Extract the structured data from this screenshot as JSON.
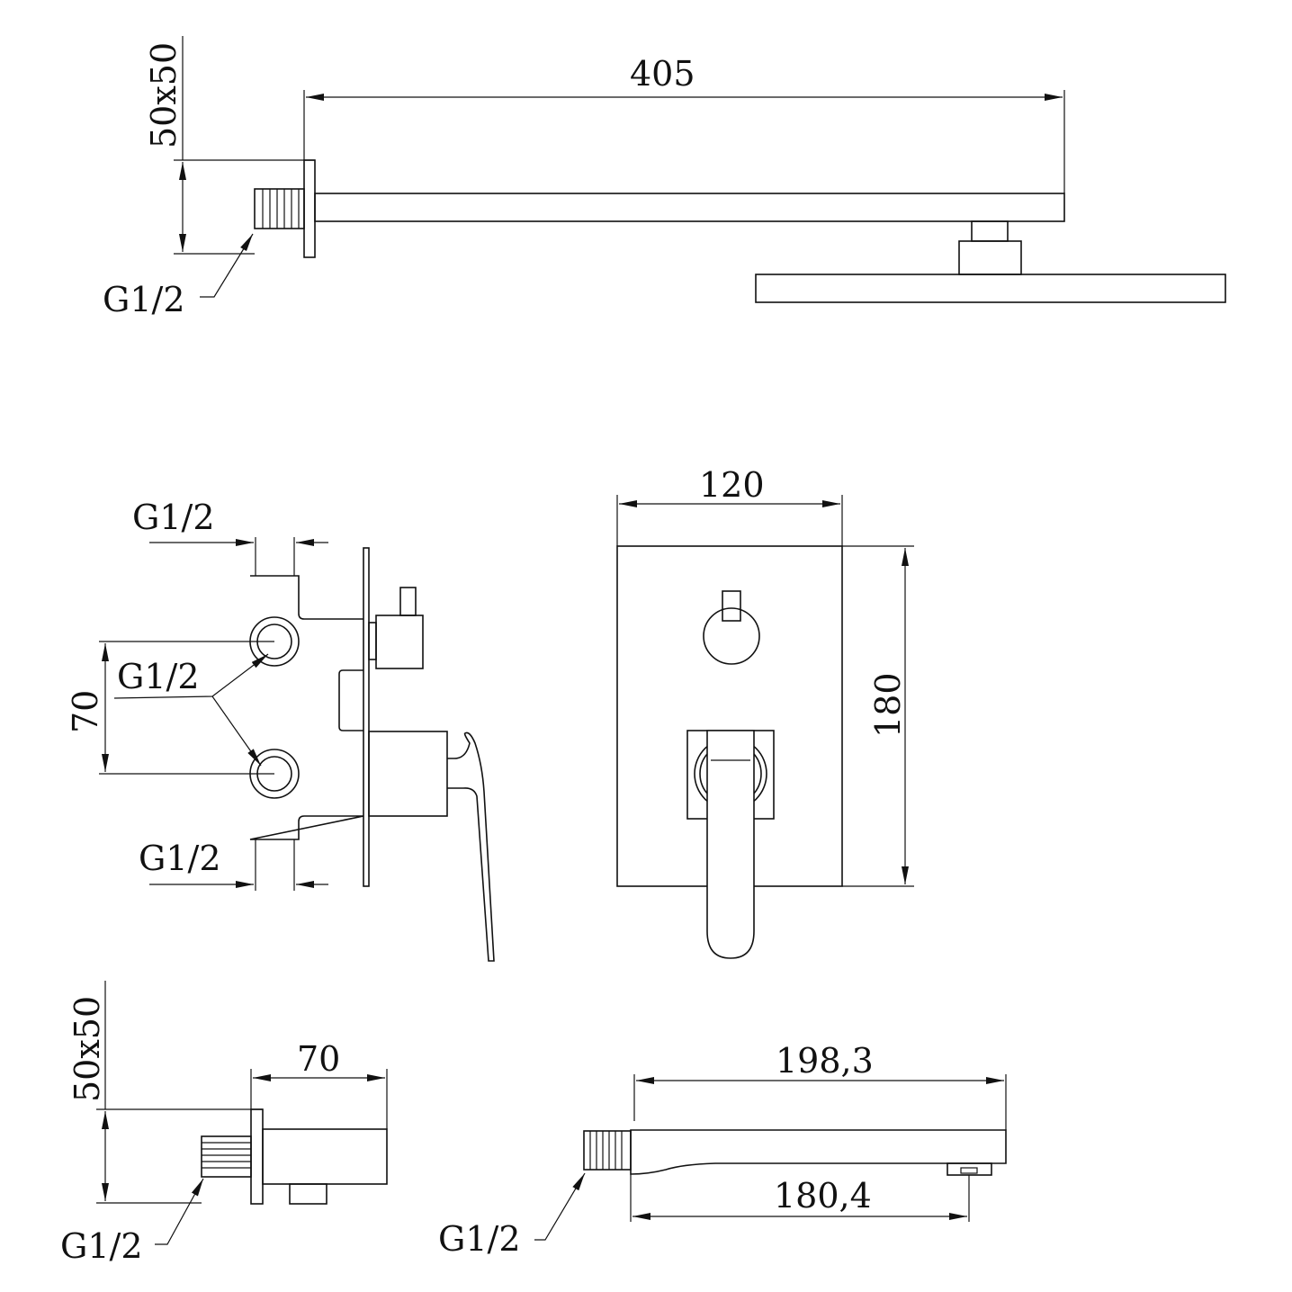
{
  "title": "Concealed shower set dimensional drawing",
  "top_view": {
    "arm_length": "405",
    "wall_flange": "50x50",
    "thread": "G1/2"
  },
  "valve_side": {
    "top_port": "G1/2",
    "side_ports": "G1/2",
    "bottom_port": "G1/2",
    "port_spacing": "70"
  },
  "valve_front": {
    "width": "120",
    "height": "180"
  },
  "wall_outlet": {
    "flange": "50x50",
    "depth": "70",
    "thread": "G1/2"
  },
  "spout": {
    "length": "198,3",
    "outlet_distance": "180,4",
    "thread": "G1/2"
  }
}
